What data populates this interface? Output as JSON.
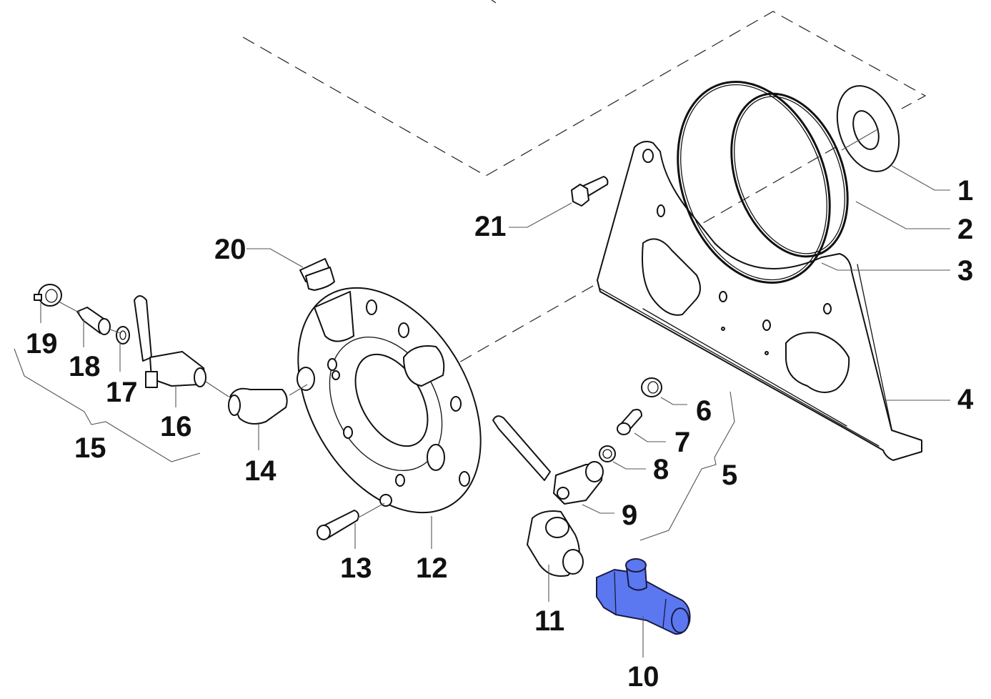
{
  "diagram": {
    "type": "exploded-parts-diagram",
    "highlight_color": "#5b78f0",
    "line_color": "#111111",
    "highlighted_part": "10",
    "callouts": [
      {
        "id": "1",
        "label": "1",
        "part": "seal-ring"
      },
      {
        "id": "2",
        "label": "2",
        "part": "o-ring-large"
      },
      {
        "id": "3",
        "label": "3",
        "part": "o-ring-small"
      },
      {
        "id": "4",
        "label": "4",
        "part": "mounting-bracket"
      },
      {
        "id": "5",
        "label": "5",
        "part": "valve-kit-group"
      },
      {
        "id": "6",
        "label": "6",
        "part": "hose-nut"
      },
      {
        "id": "7",
        "label": "7",
        "part": "hose-nipple"
      },
      {
        "id": "8",
        "label": "8",
        "part": "washer"
      },
      {
        "id": "9",
        "label": "9",
        "part": "ball-valve"
      },
      {
        "id": "10",
        "label": "10",
        "part": "drain-valve"
      },
      {
        "id": "11",
        "label": "11",
        "part": "elbow-fitting"
      },
      {
        "id": "12",
        "label": "12",
        "part": "flange-cover"
      },
      {
        "id": "13",
        "label": "13",
        "part": "socket-head-screw"
      },
      {
        "id": "14",
        "label": "14",
        "part": "elbow-connector"
      },
      {
        "id": "15",
        "label": "15",
        "part": "valve-kit-group"
      },
      {
        "id": "16",
        "label": "16",
        "part": "ball-valve"
      },
      {
        "id": "17",
        "label": "17",
        "part": "washer"
      },
      {
        "id": "18",
        "label": "18",
        "part": "hose-nipple"
      },
      {
        "id": "19",
        "label": "19",
        "part": "hose-nut"
      },
      {
        "id": "20",
        "label": "20",
        "part": "plug"
      },
      {
        "id": "21",
        "label": "21",
        "part": "hex-bolt"
      }
    ]
  }
}
